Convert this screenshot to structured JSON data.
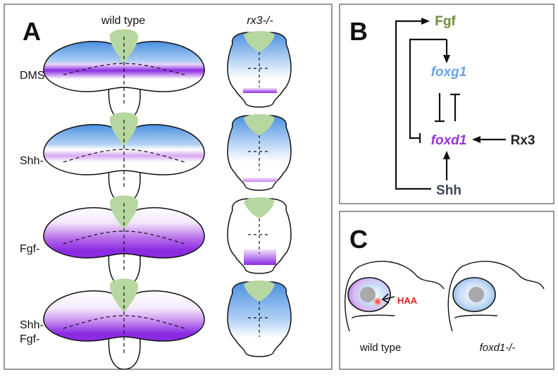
{
  "panel_a": {
    "letter": "A",
    "col_wild_type": "wild type",
    "col_mutant": "rx3-/-",
    "row_dmso": "DMSO",
    "row_shh": "Shh-",
    "row_fgf": "Fgf-",
    "row_shh_fgf_line1": "Shh-",
    "row_shh_fgf_line2": "Fgf-"
  },
  "panel_b": {
    "letter": "B",
    "node_fgf": "Fgf",
    "node_foxg1": "foxg1",
    "node_foxd1": "foxd1",
    "node_rx3": "Rx3",
    "node_shh": "Shh"
  },
  "panel_c": {
    "letter": "C",
    "label_haa": "HAA",
    "label_wild_type": "wild type",
    "label_mutant": "foxd1-/-"
  },
  "colors": {
    "blue": "#5b9be5",
    "purple": "#8a2be2",
    "green": "#b7d7a0",
    "fgf_text": "#6d8b3a",
    "foxg1_text": "#6aa3e8",
    "foxd1_text": "#9b30d9",
    "shh_text": "#3a4556",
    "haa_red": "#e02020"
  }
}
